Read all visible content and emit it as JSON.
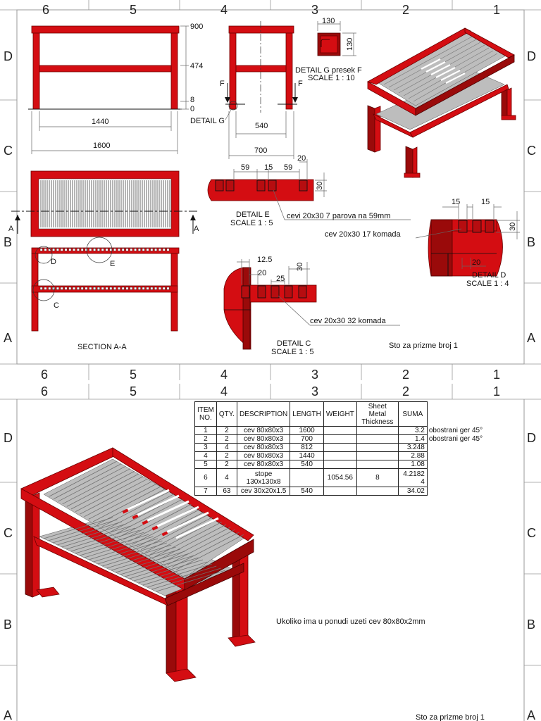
{
  "zones": {
    "columns": [
      "6",
      "5",
      "4",
      "3",
      "2",
      "1"
    ],
    "rows": [
      "D",
      "C",
      "B",
      "A"
    ]
  },
  "sheet1": {
    "title": "Sto za prizme broj 1",
    "front_view_dims": {
      "top": "900",
      "mid": "474",
      "low": "8",
      "base": "0",
      "inner": "1440",
      "overall": "1600"
    },
    "side_view": {
      "dim_inner": "540",
      "dim_overall": "700",
      "cut_left": "F",
      "cut_right": "F",
      "detail_ref": "DETAIL G"
    },
    "detail_g": {
      "title": "DETAIL G presek F",
      "scale": "SCALE 1 : 10",
      "dim_w": "130",
      "dim_h": "130"
    },
    "detail_e": {
      "title": "DETAIL E",
      "scale": "SCALE 1 : 5",
      "dims": [
        "59",
        "15",
        "59",
        "20",
        "30"
      ],
      "note": "cevi 20x30 7 parova na 59mm"
    },
    "section": {
      "title": "SECTION A-A",
      "cut_left": "A",
      "cut_right": "A",
      "ref_d": "D",
      "ref_e": "E",
      "ref_c": "C"
    },
    "detail_d": {
      "title": "DETAIL D",
      "scale": "SCALE 1 : 4",
      "dims": [
        "15",
        "15",
        "30",
        "20"
      ],
      "note": "cev 20x30 17 komada"
    },
    "detail_c": {
      "title": "DETAIL C",
      "scale": "SCALE 1 : 5",
      "dims": [
        "12.5",
        "20",
        "25",
        "30"
      ],
      "note": "cev 20x30  32 komada"
    }
  },
  "sheet2": {
    "title": "Sto za prizme broj 1",
    "note": "Ukoliko ima u ponudi uzeti cev 80x80x2mm",
    "bom": {
      "headers": [
        "ITEM NO.",
        "QTY.",
        "DESCRIPTION",
        "LENGTH",
        "WEIGHT",
        "Sheet Metal Thickness",
        "SUMA"
      ],
      "rows": [
        {
          "item": "1",
          "qty": "2",
          "desc": "cev 80x80x3",
          "length": "1600",
          "weight": "",
          "thickness": "",
          "suma": "3.2",
          "remark": "obostrani ger 45°"
        },
        {
          "item": "2",
          "qty": "2",
          "desc": "cev 80x80x3",
          "length": "700",
          "weight": "",
          "thickness": "",
          "suma": "1.4",
          "remark": "obostrani ger 45°"
        },
        {
          "item": "3",
          "qty": "4",
          "desc": "cev 80x80x3",
          "length": "812",
          "weight": "",
          "thickness": "",
          "suma": "3.248",
          "remark": ""
        },
        {
          "item": "4",
          "qty": "2",
          "desc": "cev 80x80x3",
          "length": "1440",
          "weight": "",
          "thickness": "",
          "suma": "2.88",
          "remark": ""
        },
        {
          "item": "5",
          "qty": "2",
          "desc": "cev 80x80x3",
          "length": "540",
          "weight": "",
          "thickness": "",
          "suma": "1.08",
          "remark": ""
        },
        {
          "item": "6",
          "qty": "4",
          "desc": "stope 130x130x8",
          "length": "",
          "weight": "1054.56",
          "thickness": "8",
          "suma": "4.21824",
          "remark": ""
        },
        {
          "item": "7",
          "qty": "63",
          "desc": "cev 30x20x1.5",
          "length": "540",
          "weight": "",
          "thickness": "",
          "suma": "34.02",
          "remark": ""
        }
      ]
    }
  },
  "colors": {
    "frame_red": "#d40d12",
    "dark_red": "#9a0a0a",
    "tube_grey": "#bdbdbd"
  }
}
